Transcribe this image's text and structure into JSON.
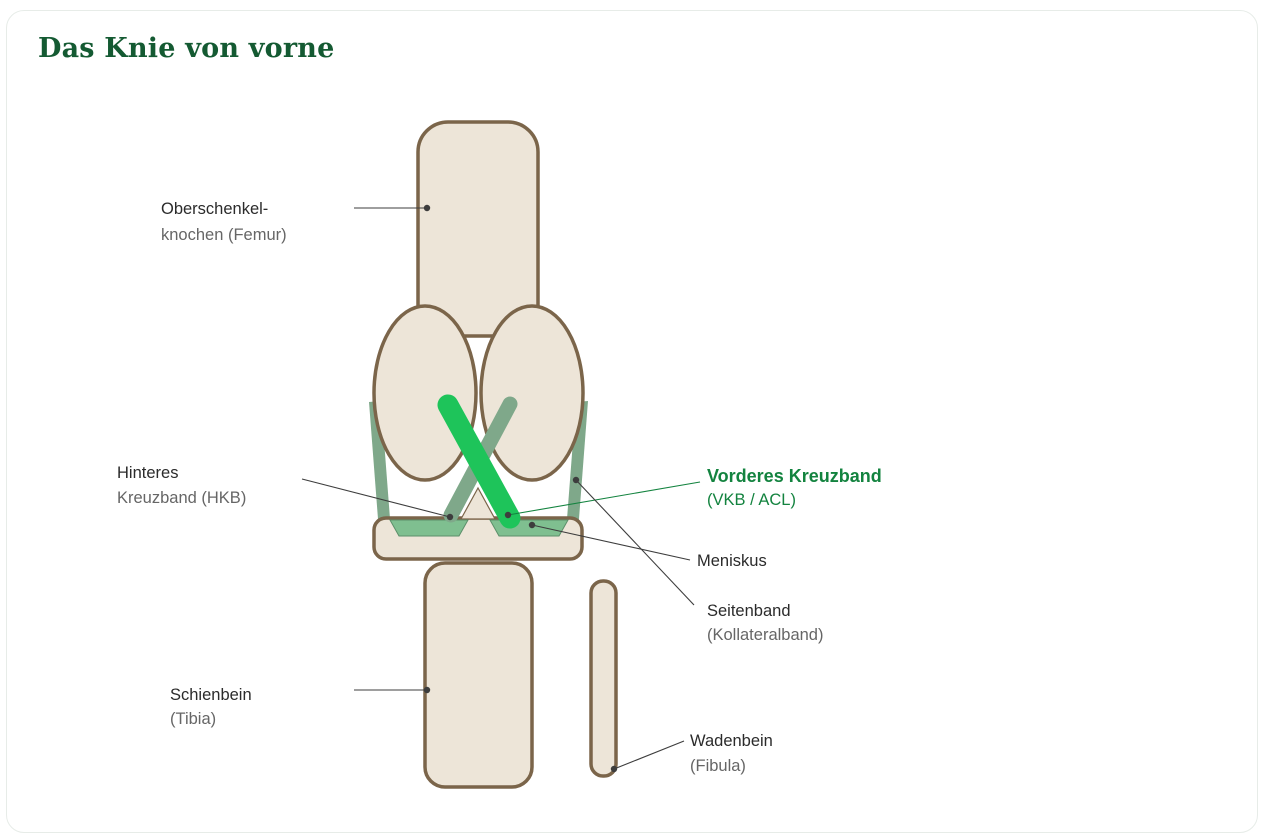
{
  "title": "Das Knie von vorne",
  "labels": {
    "femur": {
      "line1": "Oberschenkel-",
      "line2": "knochen (Femur)"
    },
    "pcl": {
      "line1": "Hinteres",
      "line2": "Kreuzband (HKB)"
    },
    "acl": {
      "line1": "Vorderes Kreuzband",
      "line2": "(VKB / ACL)"
    },
    "meniscus": {
      "line1": "Meniskus"
    },
    "collateral": {
      "line1": "Seitenband",
      "line2": "(Kollateralband)"
    },
    "tibia": {
      "line1": "Schienbein",
      "line2": "(Tibia)"
    },
    "fibula": {
      "line1": "Wadenbein",
      "line2": "(Fibula)"
    }
  },
  "colors": {
    "title": "#145a32",
    "acl_highlight": "#1ec45a",
    "ligament": "#7fa88a",
    "bone_fill": "#ede5d8",
    "bone_outline": "#7b654a"
  }
}
